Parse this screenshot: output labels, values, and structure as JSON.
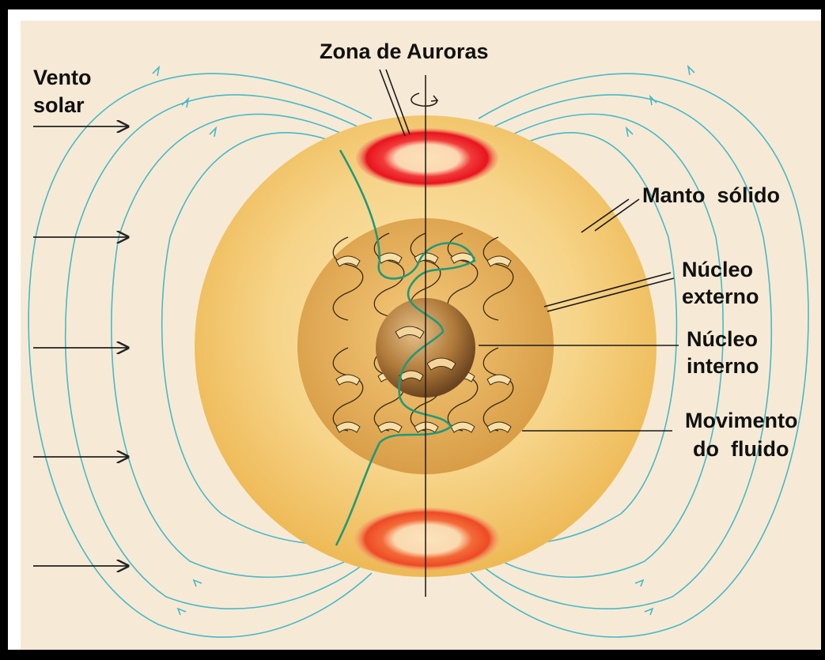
{
  "labels": {
    "aurora_zone": "Zona de Auroras",
    "solar_wind_line1": "Vento",
    "solar_wind_line2": "solar",
    "solid_mantle": "Manto  sólido",
    "outer_core_line1": "Núcleo",
    "outer_core_line2": "externo",
    "inner_core_line1": "Núcleo",
    "inner_core_line2": "interno",
    "fluid_motion_line1": "Movimento",
    "fluid_motion_line2": "do  fluido"
  },
  "colors": {
    "background": "#f6ead6",
    "mantle": "#f2c565",
    "outer_core": "#e3ad55",
    "inner_core": "#b88040",
    "aurora_top": "#e8141e",
    "aurora_bottom": "#ee4a26",
    "field_lines": "#48b9c6",
    "green_line": "#1f9a7a",
    "frame": "#000000"
  },
  "icons": {
    "rotation": "rotation-arrow-icon",
    "solar_wind": "arrow-right-icon"
  }
}
